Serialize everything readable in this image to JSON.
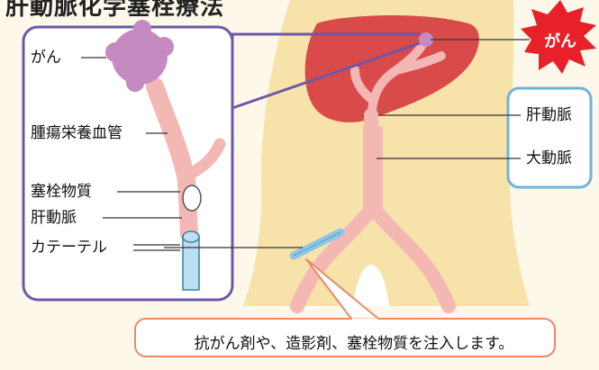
{
  "title": "肝動脈化学塞栓療法",
  "inset": {
    "cancer_label": "がん",
    "tumor_vessel_label": "腫瘍栄養血管",
    "embolic_label": "塞栓物質",
    "hepatic_artery_label": "肝動脈",
    "catheter_label": "カテーテル"
  },
  "body": {
    "cancer_burst_label": "がん",
    "hepatic_artery_label": "肝動脈",
    "aorta_label": "大動脈"
  },
  "callout": {
    "text": "抗がん剤や、造影剤、塞栓物質を注入します。"
  },
  "colors": {
    "liver": "#d94a4a",
    "skin": "#f7e3a9",
    "vessel": "#f4b8b4",
    "tumor": "#c58ac0",
    "frame": "#6e57a6",
    "box_blue": "#6fb3d9",
    "burst": "#e8202a",
    "callout_border": "#e98a6a"
  }
}
